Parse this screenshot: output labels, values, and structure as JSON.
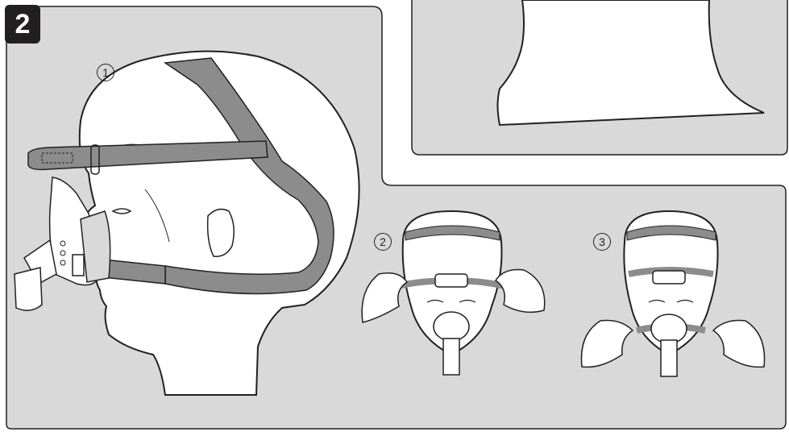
{
  "step": {
    "number": "2"
  },
  "substeps": [
    {
      "id": "1",
      "label": "1"
    },
    {
      "id": "2",
      "label": "2"
    },
    {
      "id": "3",
      "label": "3"
    }
  ],
  "colors": {
    "panel": "#d9d9d9",
    "outline": "#231f20",
    "strap": "#8c8c8c",
    "badge": "#231f20",
    "skin": "#ffffff"
  }
}
